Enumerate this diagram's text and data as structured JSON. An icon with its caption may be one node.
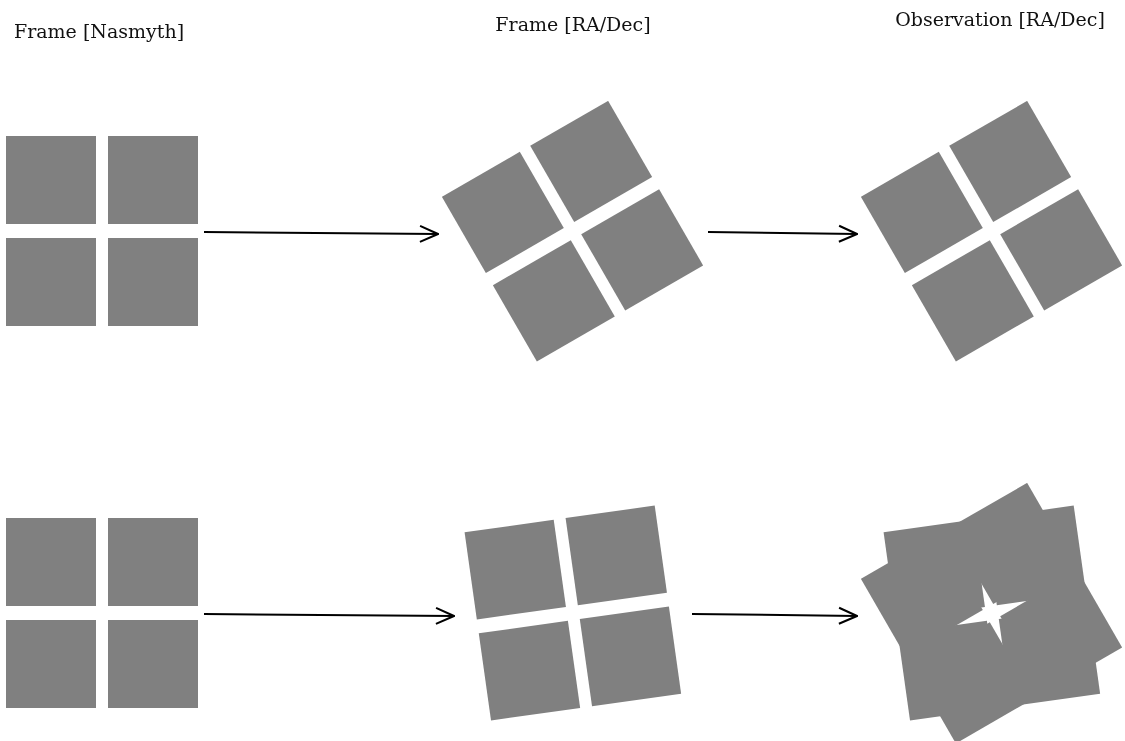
{
  "diagram": {
    "nodes": [
      {
        "text": [],
        "shape": "picture"
      },
      {
        "text": [],
        "shape": "picture"
      },
      {
        "text": [],
        "shape": "picture"
      },
      {
        "text": [],
        "shape": "picture"
      },
      {
        "text": [],
        "shape": "picture"
      },
      {
        "text": [],
        "shape": "picture"
      }
    ],
    "edges": [
      {
        "from": 0,
        "to": 1,
        "arrow": "to"
      },
      {
        "from": 1,
        "to": 2,
        "arrow": "to"
      },
      {
        "from": 3,
        "to": 4,
        "arrow": "to"
      },
      {
        "from": 4,
        "to": 5,
        "arrow": "to"
      }
    ],
    "labels": [
      "Frame [Nasmyth]",
      "Frame [RA/Dec]",
      "Observation [RA/Dec]"
    ]
  }
}
